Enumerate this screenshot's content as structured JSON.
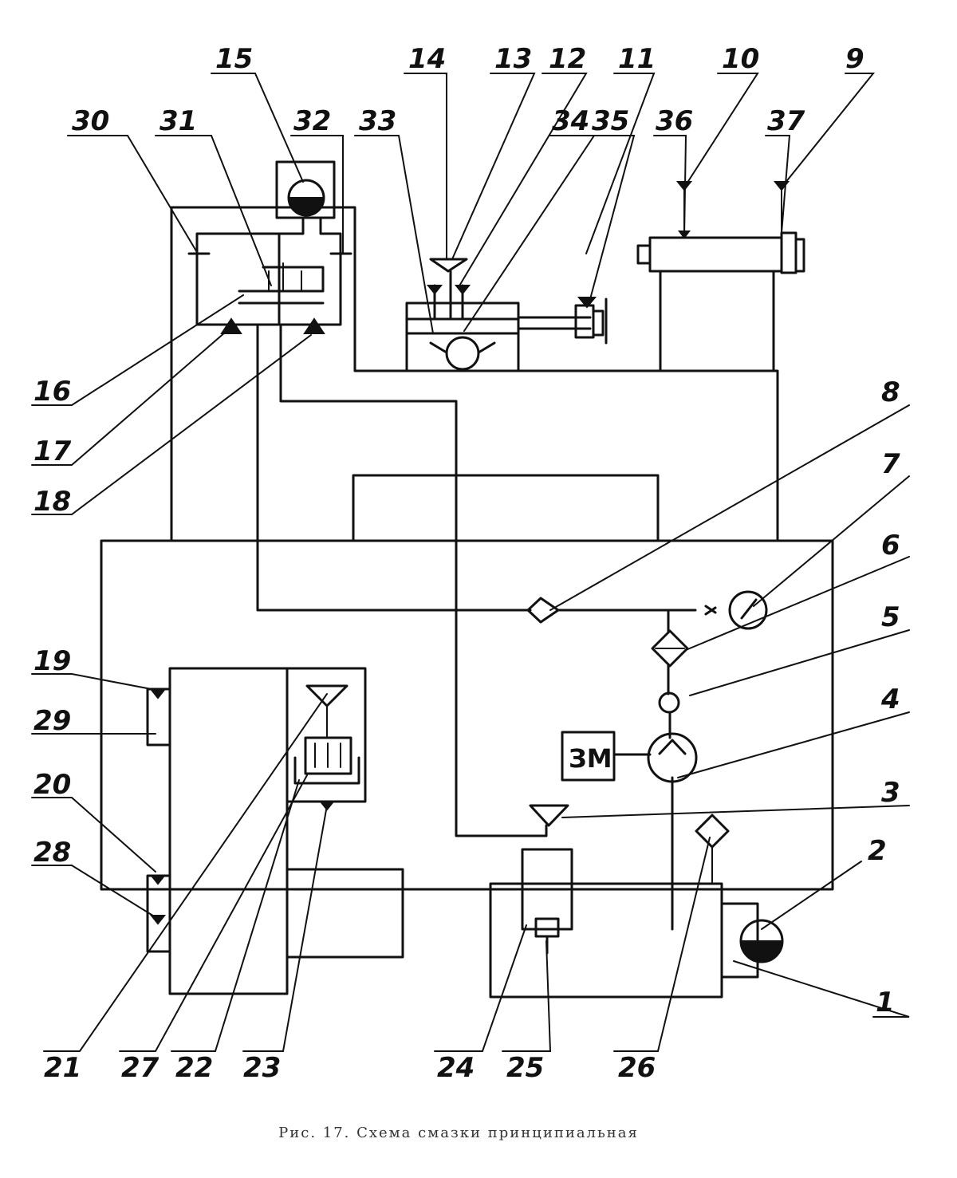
{
  "caption": "Рис. 17. Схема смазки принципиальная",
  "motor_label": "ЗМ",
  "labels": {
    "l1": "1",
    "l2": "2",
    "l3": "3",
    "l4": "4",
    "l5": "5",
    "l6": "6",
    "l7": "7",
    "l8": "8",
    "l9": "9",
    "l10": "10",
    "l11": "11",
    "l12": "12",
    "l13": "13",
    "l14": "14",
    "l15": "15",
    "l16": "16",
    "l17": "17",
    "l18": "18",
    "l19": "19",
    "l20": "20",
    "l21": "21",
    "l22": "22",
    "l23": "23",
    "l24": "24",
    "l25": "25",
    "l26": "26",
    "l27": "27",
    "l28": "28",
    "l29": "29",
    "l30": "30",
    "l31": "31",
    "l32": "32",
    "l33": "33",
    "l34": "34",
    "l35": "35",
    "l36": "36",
    "l37": "37"
  }
}
